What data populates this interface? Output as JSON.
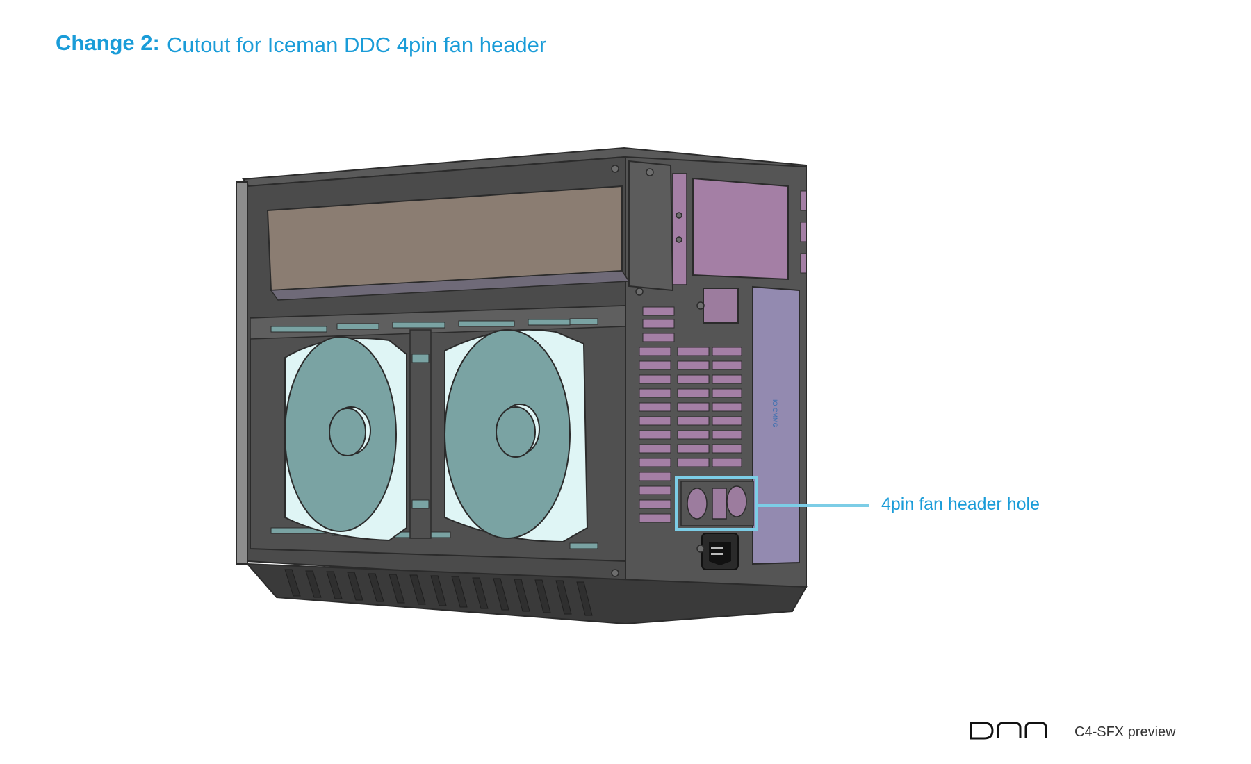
{
  "heading": {
    "label": "Change 2:",
    "text": "Cutout for Iceman DDC 4pin fan header"
  },
  "callout": {
    "text": "4pin fan header hole",
    "color": "#1a9cd8",
    "line_color": "#7ccde6"
  },
  "panel_print": "IO CMMG",
  "brand": {
    "logo": "dan",
    "caption": "C4-SFX preview"
  },
  "colors": {
    "case_dark": "#4a4a4a",
    "case_mid": "#5e5e5e",
    "gpu_brown": "#8b7d72",
    "fan_teal": "#7aa3a3",
    "psu_purple": "#a47fa5",
    "io_panel": "#938ab0",
    "accent": "#1a9cd8"
  },
  "icons": [
    "case-render",
    "fan-left",
    "fan-right",
    "power-socket-icon",
    "dan-logo"
  ]
}
